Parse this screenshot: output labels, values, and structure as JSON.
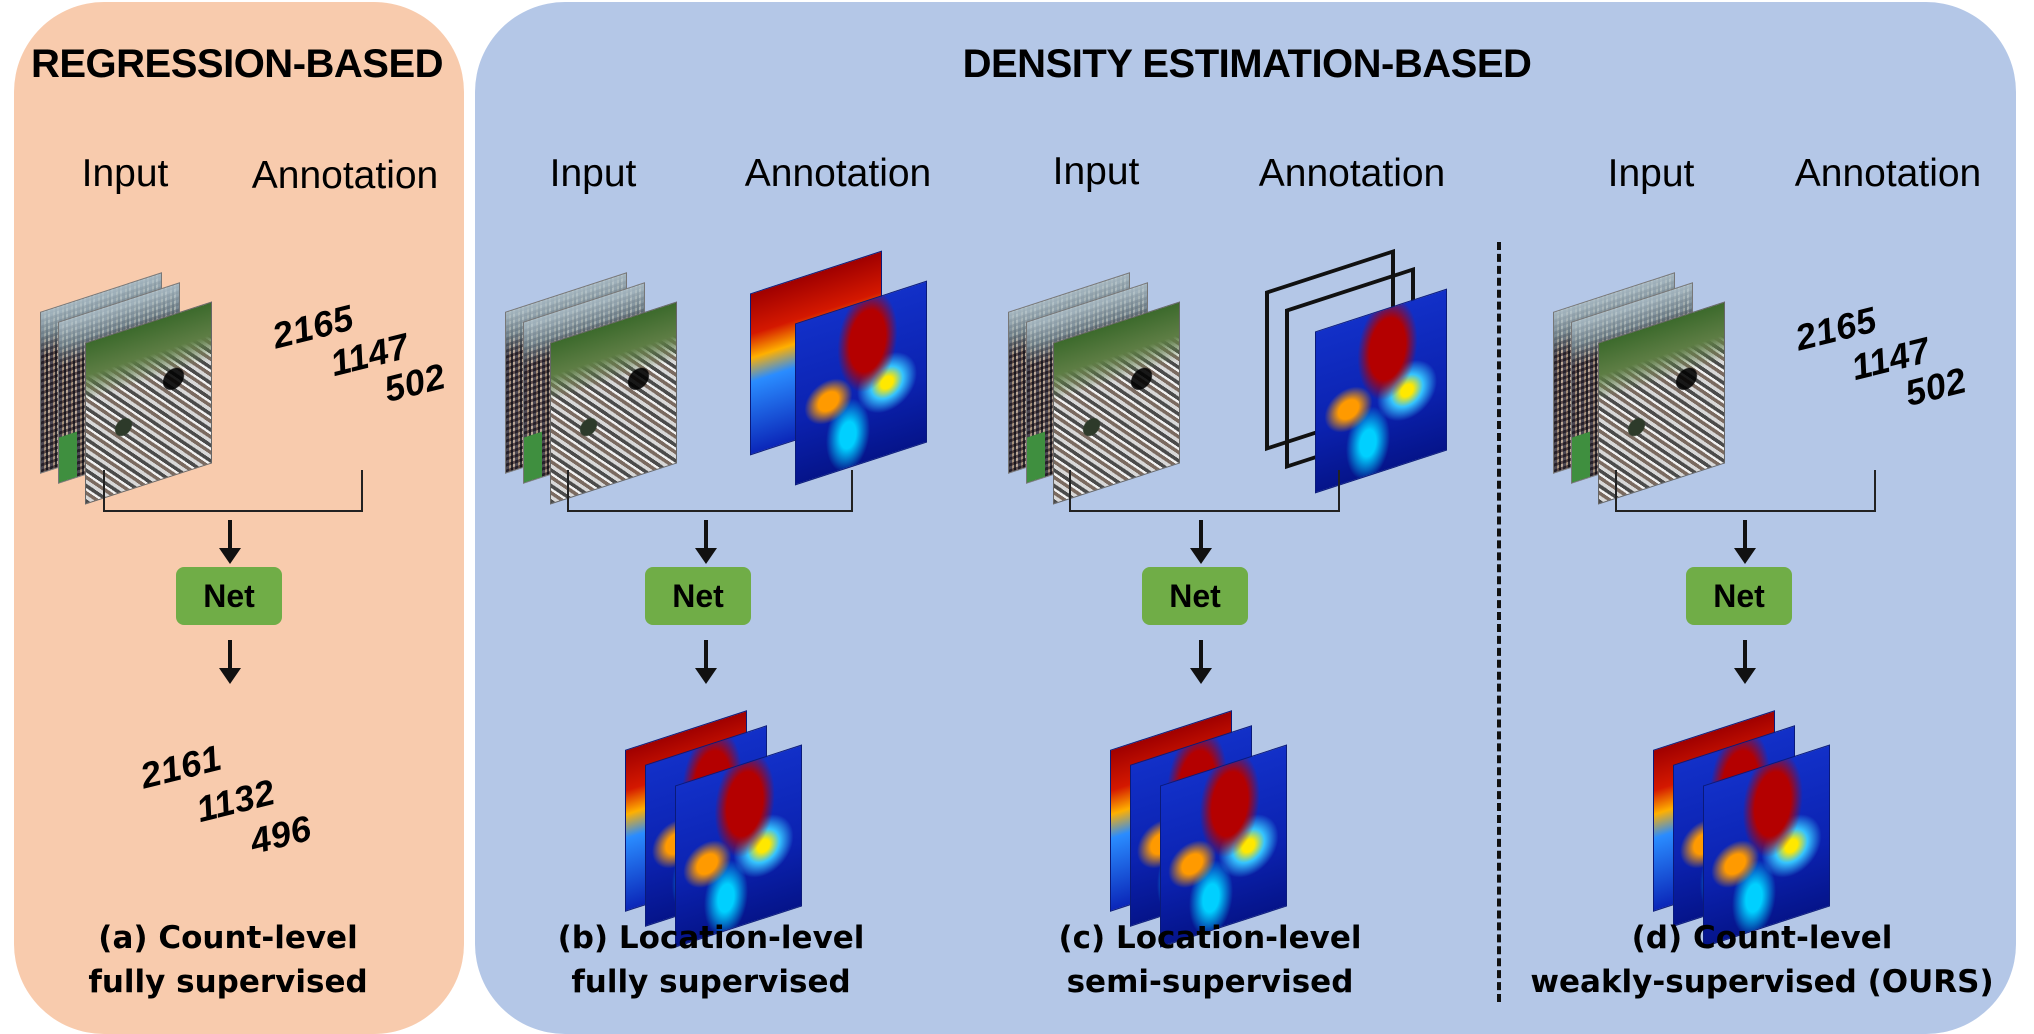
{
  "left_section": {
    "title": "REGRESSION-BASED"
  },
  "right_section": {
    "title": "DENSITY ESTIMATION-BASED"
  },
  "columns": [
    {
      "id": "a",
      "input_label": "Input",
      "annotation_label": "Annotation",
      "annotation_type": "counts",
      "annotation_counts": [
        "2165",
        "1147",
        "502"
      ],
      "net_label": "Net",
      "output_type": "counts",
      "output_counts": [
        "2161",
        "1132",
        "496"
      ],
      "caption_line1": "(a) Count-level",
      "caption_line2": "fully supervised"
    },
    {
      "id": "b",
      "input_label": "Input",
      "annotation_label": "Annotation",
      "annotation_type": "density-maps",
      "net_label": "Net",
      "output_type": "density-maps",
      "caption_line1": "(b) Location-level",
      "caption_line2": "fully supervised"
    },
    {
      "id": "c",
      "input_label": "Input",
      "annotation_label": "Annotation",
      "annotation_type": "partial-density-maps",
      "net_label": "Net",
      "output_type": "density-maps",
      "caption_line1": "(c) Location-level",
      "caption_line2": "semi-supervised"
    },
    {
      "id": "d",
      "input_label": "Input",
      "annotation_label": "Annotation",
      "annotation_type": "counts",
      "annotation_counts": [
        "2165",
        "1147",
        "502"
      ],
      "net_label": "Net",
      "output_type": "density-maps",
      "caption_line1": "(d) Count-level",
      "caption_line2": "weakly-supervised (OURS)"
    }
  ],
  "colors": {
    "regression_panel": "#f8cbad",
    "density_panel": "#b4c7e7",
    "net_box": "#70ad47"
  }
}
